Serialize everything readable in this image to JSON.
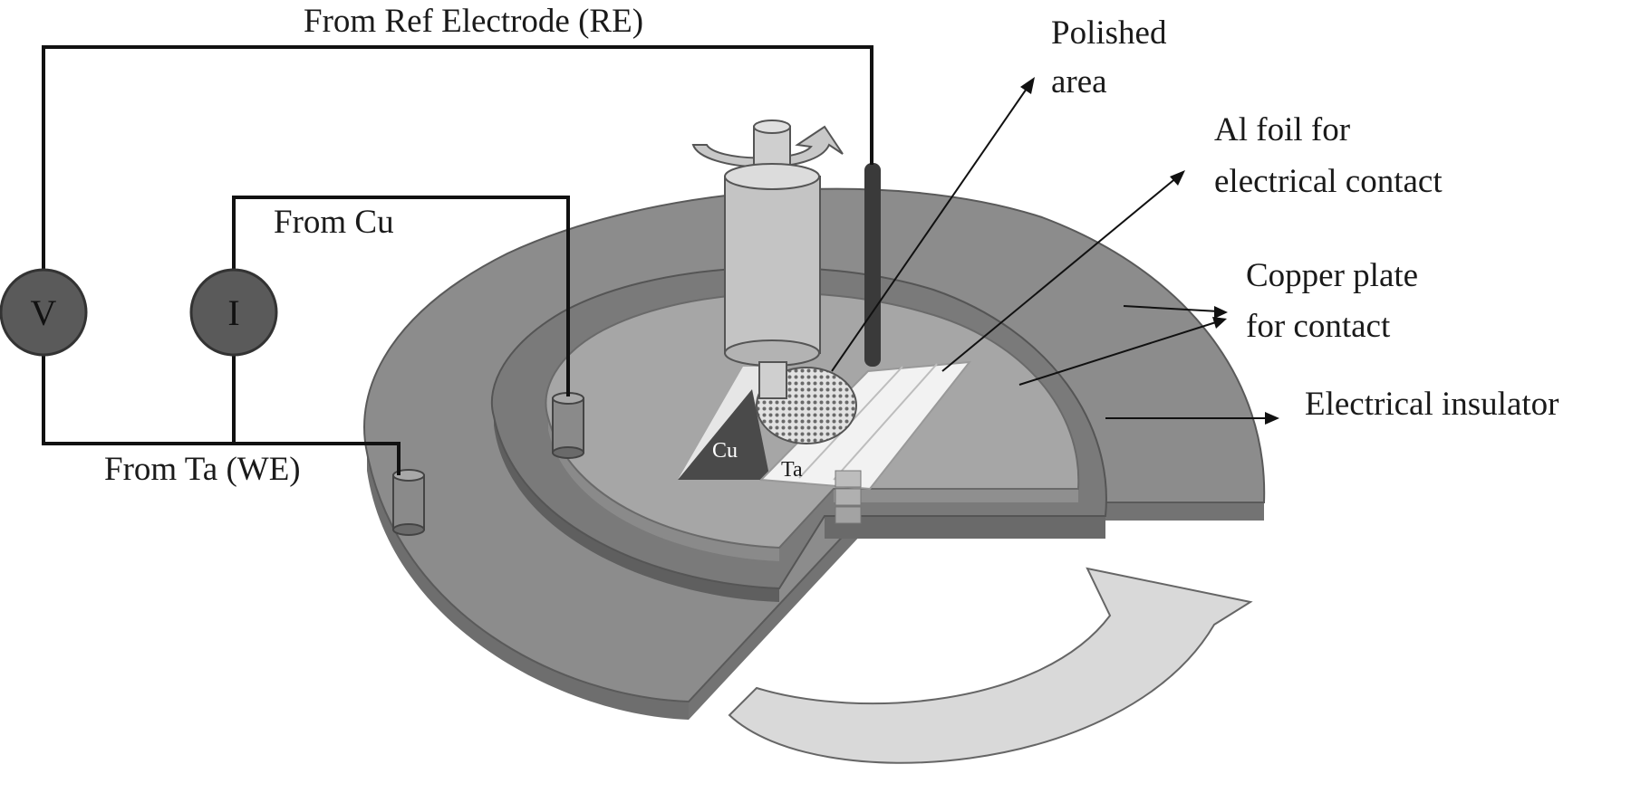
{
  "labels": {
    "from_ref_electrode": "From Ref Electrode (RE)",
    "from_cu": "From Cu",
    "from_ta": "From Ta (WE)",
    "polished_line1": "Polished",
    "polished_line2": "area",
    "al_foil_line1": "Al foil for",
    "al_foil_line2": "electrical contact",
    "copper_line1": "Copper plate",
    "copper_line2": "for contact",
    "insulator": "Electrical insulator",
    "sample_cu": "Cu",
    "sample_ta": "Ta"
  },
  "meters": {
    "voltmeter": "V",
    "ammeter": "I"
  },
  "colors": {
    "base_dark": "#8c8c8c",
    "insulator_ring": "#7a7a7a",
    "copper_plate": "#a6a6a6",
    "arrow_fill": "#d9d9d9",
    "meter_fill": "#5a5a5a"
  }
}
